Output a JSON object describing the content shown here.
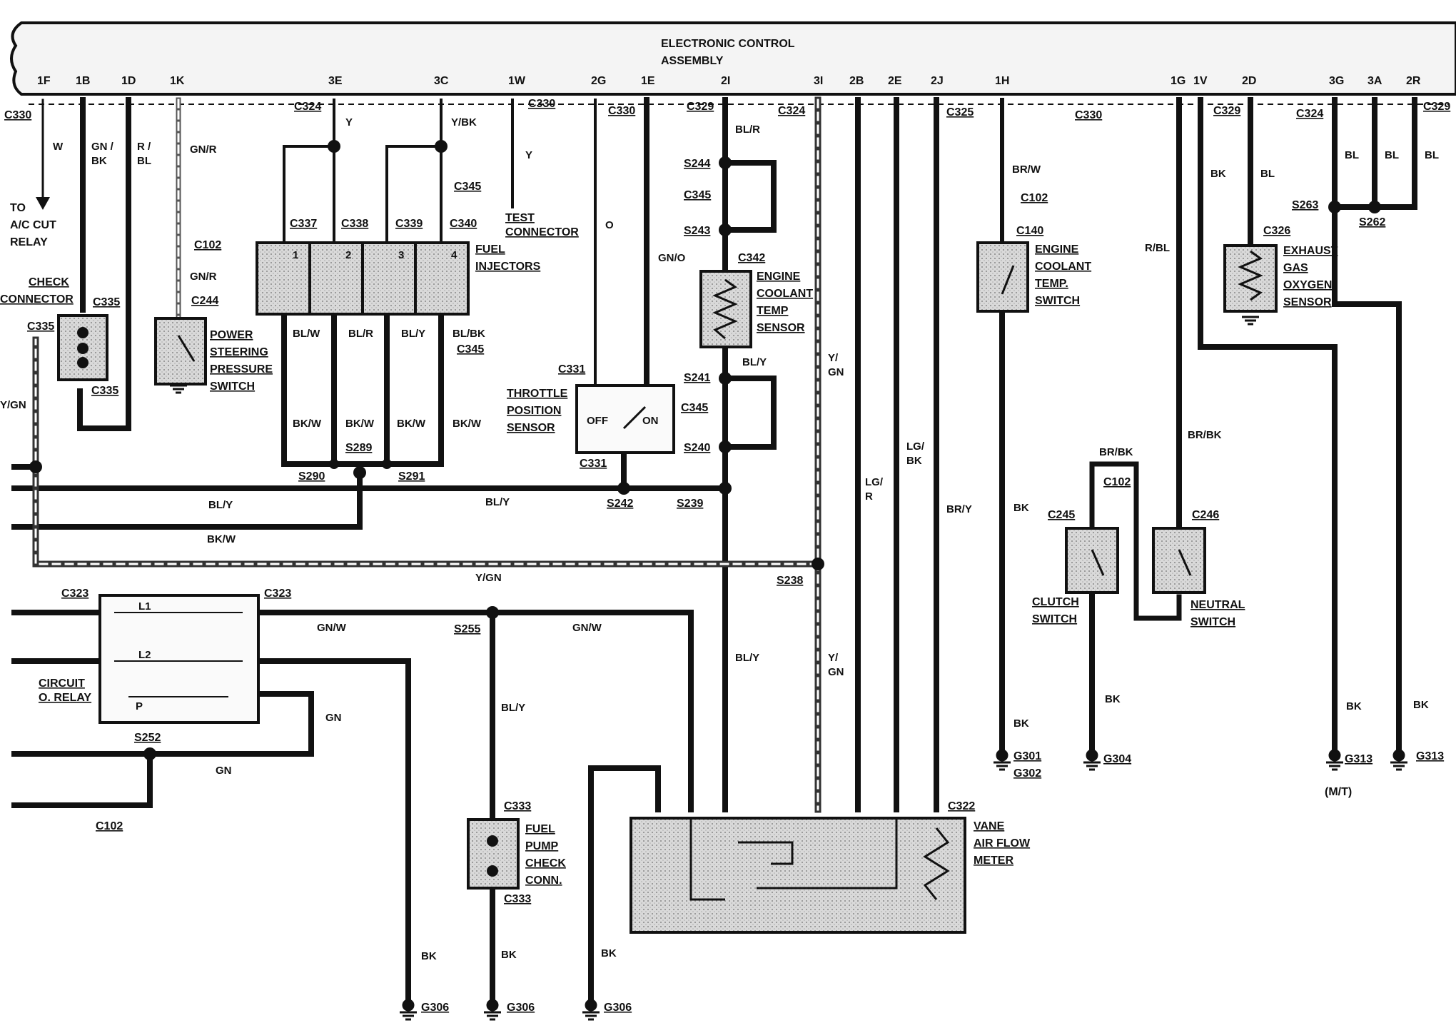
{
  "header": {
    "title_line1": "ELECTRONIC CONTROL",
    "title_line2": "ASSEMBLY"
  },
  "pins": [
    "1F",
    "1B",
    "1D",
    "1K",
    "3E",
    "3C",
    "1W",
    "2G",
    "1E",
    "2I",
    "3I",
    "2B",
    "2E",
    "2J",
    "1H",
    "1G",
    "1V",
    "2D",
    "3G",
    "3A",
    "2R"
  ],
  "connectors": {
    "c330": "C330",
    "c324": "C324",
    "c329": "C329",
    "c325": "C325",
    "c102": "C102",
    "c140": "C140",
    "c244": "C244",
    "c335": "C335",
    "c337": "C337",
    "c338": "C338",
    "c339": "C339",
    "c340": "C340",
    "c345": "C345",
    "c342": "C342",
    "c331": "C331",
    "c326": "C326",
    "c245": "C245",
    "c246": "C246",
    "c323": "C323",
    "c333": "C333",
    "c322": "C322"
  },
  "splices": {
    "s244": "S244",
    "s243": "S243",
    "s241": "S241",
    "s240": "S240",
    "s289": "S289",
    "s290": "S290",
    "s291": "S291",
    "s242": "S242",
    "s239": "S239",
    "s238": "S238",
    "s255": "S255",
    "s252": "S252",
    "s263": "S263",
    "s262": "S262"
  },
  "grounds": {
    "g301": "G301",
    "g302": "G302",
    "g304": "G304",
    "g306": "G306",
    "g313": "G313",
    "mt": "(M/T)"
  },
  "wires": {
    "w": "W",
    "gnbk1": "GN /",
    "gnbk2": "BK",
    "rbl1": "R /",
    "rbl2": "BL",
    "gnr": "GN/R",
    "y": "Y",
    "ybk": "Y/BK",
    "o": "O",
    "gno": "GN/O",
    "blr": "BL/R",
    "bly": "BL/Y",
    "brw": "BR/W",
    "bk": "BK",
    "bl": "BL",
    "rbl": "R/BL",
    "brbk": "BR/BK",
    "blw": "BL/W",
    "blbk": "BL/BK",
    "bkw": "BK/W",
    "ygn": "Y/GN",
    "ygn1": "Y/",
    "ygn2": "GN",
    "lgr1": "LG/",
    "lgr2": "R",
    "lgbk1": "LG/",
    "lgbk2": "BK",
    "bry": "BR/Y",
    "gnw": "GN/W",
    "gn": "GN"
  },
  "components": {
    "ac_cut_1": "TO",
    "ac_cut_2": "A/C CUT",
    "ac_cut_3": "RELAY",
    "check_1": "CHECK",
    "check_2": "CONNECTOR",
    "ps_1": "POWER",
    "ps_2": "STEERING",
    "ps_3": "PRESSURE",
    "ps_4": "SWITCH",
    "test_1": "TEST",
    "test_2": "CONNECTOR",
    "inj_1": "FUEL",
    "inj_2": "INJECTORS",
    "inj_n1": "1",
    "inj_n2": "2",
    "inj_n3": "3",
    "inj_n4": "4",
    "ect_1": "ENGINE",
    "ect_2": "COOLANT",
    "ect_3": "TEMP",
    "ect_4": "SENSOR",
    "tps_1": "THROTTLE",
    "tps_2": "POSITION",
    "tps_3": "SENSOR",
    "tps_off": "OFF",
    "tps_on": "ON",
    "ects_1": "ENGINE",
    "ects_2": "COOLANT",
    "ects_3": "TEMP.",
    "ects_4": "SWITCH",
    "ego_1": "EXHAUST",
    "ego_2": "GAS",
    "ego_3": "OXYGEN",
    "ego_4": "SENSOR",
    "clutch_1": "CLUTCH",
    "clutch_2": "SWITCH",
    "neutral_1": "NEUTRAL",
    "neutral_2": "SWITCH",
    "relay_1": "CIRCUIT",
    "relay_2": "O. RELAY",
    "relay_l1": "L1",
    "relay_l2": "L2",
    "relay_p": "P",
    "fp_1": "FUEL",
    "fp_2": "PUMP",
    "fp_3": "CHECK",
    "fp_4": "CONN.",
    "vaf_1": "VANE",
    "vaf_2": "AIR FLOW",
    "vaf_3": "METER"
  }
}
